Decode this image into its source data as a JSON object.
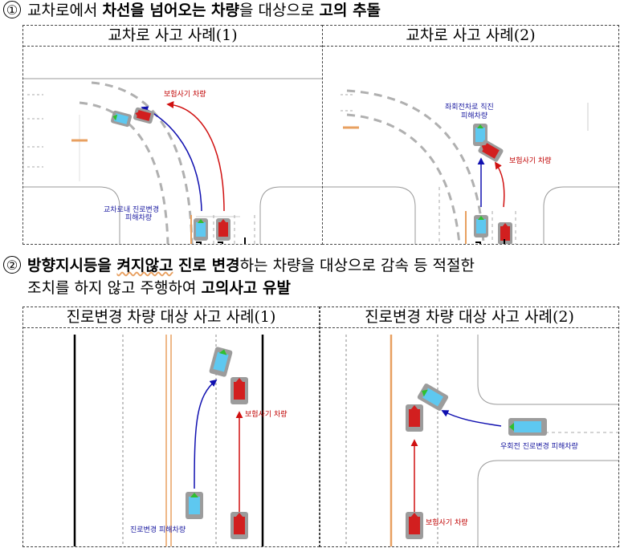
{
  "section1": {
    "number": "①",
    "parts": [
      {
        "text": "교차로에서 ",
        "bold": false
      },
      {
        "text": "차선을 넘어오는 차량",
        "bold": true
      },
      {
        "text": "을 대상으로 ",
        "bold": false
      },
      {
        "text": "고의 추돌",
        "bold": true
      }
    ]
  },
  "section2": {
    "number": "②",
    "line1": [
      {
        "text": "방향지시등을 ",
        "bold": true
      },
      {
        "text": "켜지않고",
        "bold": true,
        "underline": true
      },
      {
        "text": " 진로 변경",
        "bold": true
      },
      {
        "text": "하는 차량을 대상으로 감속 등 적절한",
        "bold": false
      }
    ],
    "line2": [
      {
        "text": "조치를 하지 않고 주행하여 ",
        "bold": false
      },
      {
        "text": "고의사고 유발",
        "bold": true
      }
    ]
  },
  "panels": [
    {
      "caption": "교차로 사고 사례(1)",
      "labels": {
        "red": "보험사기 차량",
        "blue_line1": "교차로내 진로변경",
        "blue_line2": "피해차량"
      }
    },
    {
      "caption": "교차로 사고 사례(2)",
      "labels": {
        "red": "보험사기 차량",
        "blue_line1": "좌회전차로 직진",
        "blue_line2": "피해차량"
      }
    },
    {
      "caption": "진로변경 차량 대상 사고 사례(1)",
      "labels": {
        "red": "보험사기 차량",
        "blue": "진로변경 피해차량"
      }
    },
    {
      "caption": "진로변경 차량 대상 사고 사례(2)",
      "labels": {
        "red": "보험사기 차량",
        "blue": "우회전 진로변경 피해차량"
      }
    }
  ],
  "colors": {
    "fraud_car": "#d21f1f",
    "victim_car": "#5ec8f0",
    "fraud_path": "#d01010",
    "victim_path": "#1010b0",
    "lane_dash": "#b0b0b0",
    "center_line": "#e8a060"
  }
}
